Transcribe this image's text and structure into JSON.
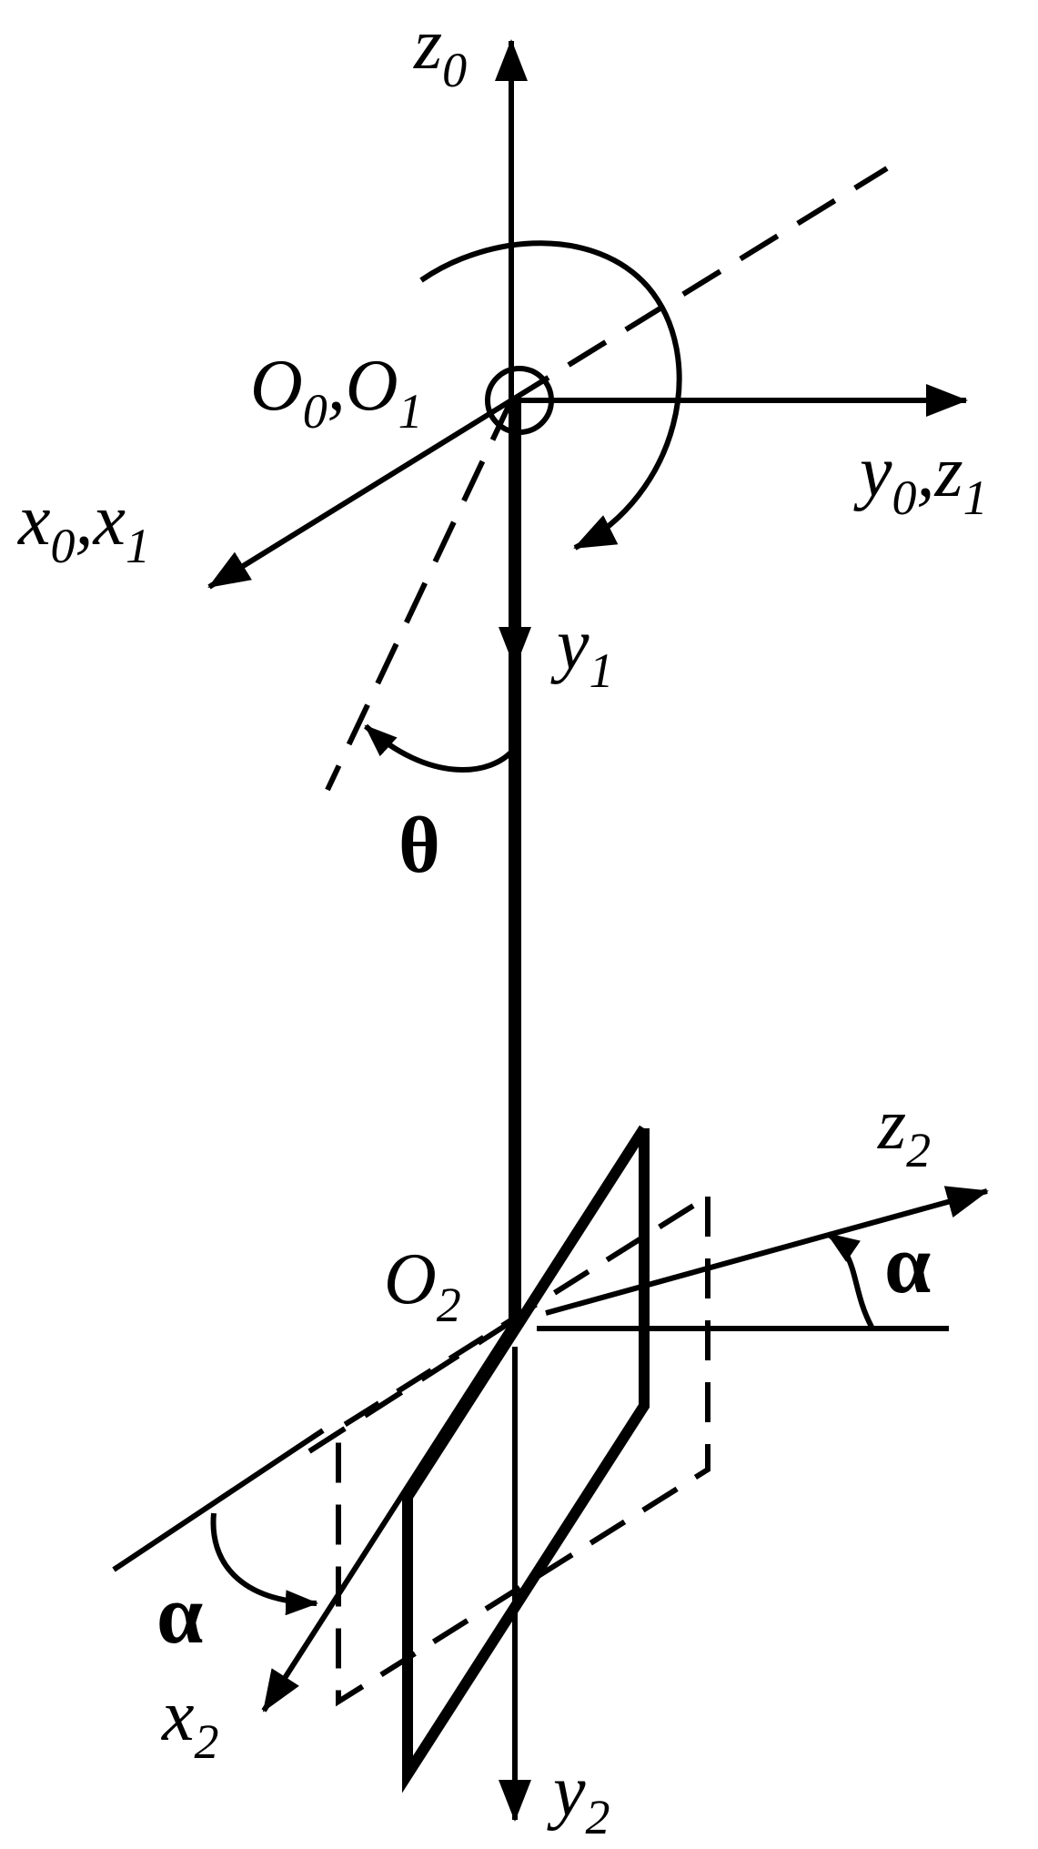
{
  "labels": {
    "z0": {
      "main": "z",
      "sub": "0"
    },
    "origin01": {
      "main1": "O",
      "sub1": "0",
      "sep": ",",
      "main2": "O",
      "sub2": "1"
    },
    "y0z1": {
      "main1": "y",
      "sub1": "0",
      "sep": ",",
      "main2": "z",
      "sub2": "1"
    },
    "x0x1": {
      "main1": "x",
      "sub1": "0",
      "sep": ",",
      "main2": "x",
      "sub2": "1"
    },
    "y1": {
      "main": "y",
      "sub": "1"
    },
    "theta": "θ",
    "z2": {
      "main": "z",
      "sub": "2"
    },
    "alpha_upper": "α",
    "origin2": {
      "main": "O",
      "sub": "2"
    },
    "alpha_lower": "α",
    "x2": {
      "main": "x",
      "sub": "2"
    },
    "y2": {
      "main": "y",
      "sub": "2"
    }
  }
}
